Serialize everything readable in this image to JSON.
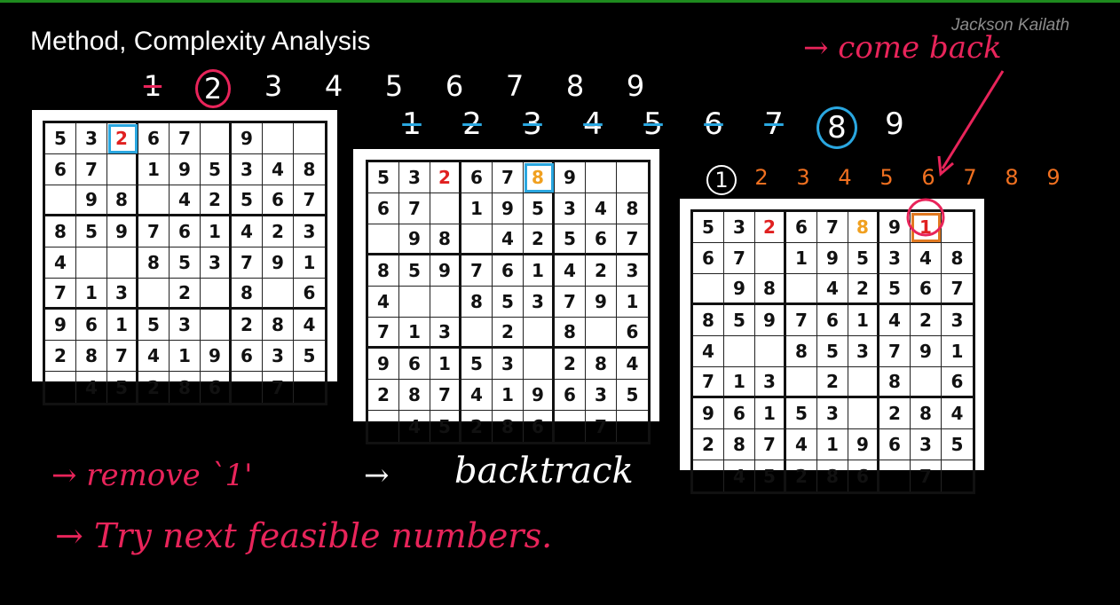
{
  "title": "Method, Complexity Analysis",
  "author": "Jackson Kailath",
  "sudoku_rows": [
    [
      "5",
      "3",
      "",
      "6",
      "7",
      "",
      "9",
      "",
      ""
    ],
    [
      "6",
      "7",
      "",
      "1",
      "9",
      "5",
      "3",
      "4",
      "8"
    ],
    [
      "",
      "9",
      "8",
      "",
      "4",
      "2",
      "5",
      "6",
      "7"
    ],
    [
      "8",
      "5",
      "9",
      "7",
      "6",
      "1",
      "4",
      "2",
      "3"
    ],
    [
      "4",
      "",
      "",
      "8",
      "5",
      "3",
      "7",
      "9",
      "1"
    ],
    [
      "7",
      "1",
      "3",
      "",
      "2",
      "",
      "8",
      "",
      "6"
    ],
    [
      "9",
      "6",
      "1",
      "5",
      "3",
      "",
      "2",
      "8",
      "4"
    ],
    [
      "2",
      "8",
      "7",
      "4",
      "1",
      "9",
      "6",
      "3",
      "5"
    ],
    [
      "",
      "4",
      "5",
      "2",
      "8",
      "6",
      "",
      "7",
      ""
    ]
  ],
  "boards": [
    {
      "extras": [
        {
          "row": 0,
          "col": 2,
          "value": "2",
          "color": "#e02020"
        }
      ],
      "highlight": {
        "row": 0,
        "col": 2,
        "color": "#2aa7e0"
      }
    },
    {
      "extras": [
        {
          "row": 0,
          "col": 2,
          "value": "2",
          "color": "#e02020"
        },
        {
          "row": 0,
          "col": 5,
          "value": "8",
          "color": "#f0a020"
        }
      ],
      "highlight": {
        "row": 0,
        "col": 5,
        "color": "#2aa7e0"
      }
    },
    {
      "extras": [
        {
          "row": 0,
          "col": 2,
          "value": "2",
          "color": "#e02020"
        },
        {
          "row": 0,
          "col": 5,
          "value": "8",
          "color": "#f0a020"
        },
        {
          "row": 0,
          "col": 7,
          "value": "1",
          "color": "#e02020"
        }
      ],
      "highlight": {
        "row": 0,
        "col": 7,
        "color": "#e07820"
      }
    }
  ],
  "candidates_row1": [
    "1",
    "2",
    "3",
    "4",
    "5",
    "6",
    "7",
    "8",
    "9"
  ],
  "candidates_row2": [
    "1",
    "2",
    "3",
    "4",
    "5",
    "6",
    "7",
    "8",
    "9"
  ],
  "candidates_row3": [
    "1",
    "2",
    "3",
    "4",
    "5",
    "6",
    "7",
    "8",
    "9"
  ],
  "annotations": {
    "come_back": "→ come back",
    "remove": "→ remove `1'",
    "arrow": "→",
    "backtrack": "backtrack",
    "try_next": "→ Try next feasible numbers."
  },
  "colors": {
    "red": "#e8245a",
    "blue": "#2aa7e0",
    "orange": "#f07020",
    "white": "#ffffff"
  }
}
